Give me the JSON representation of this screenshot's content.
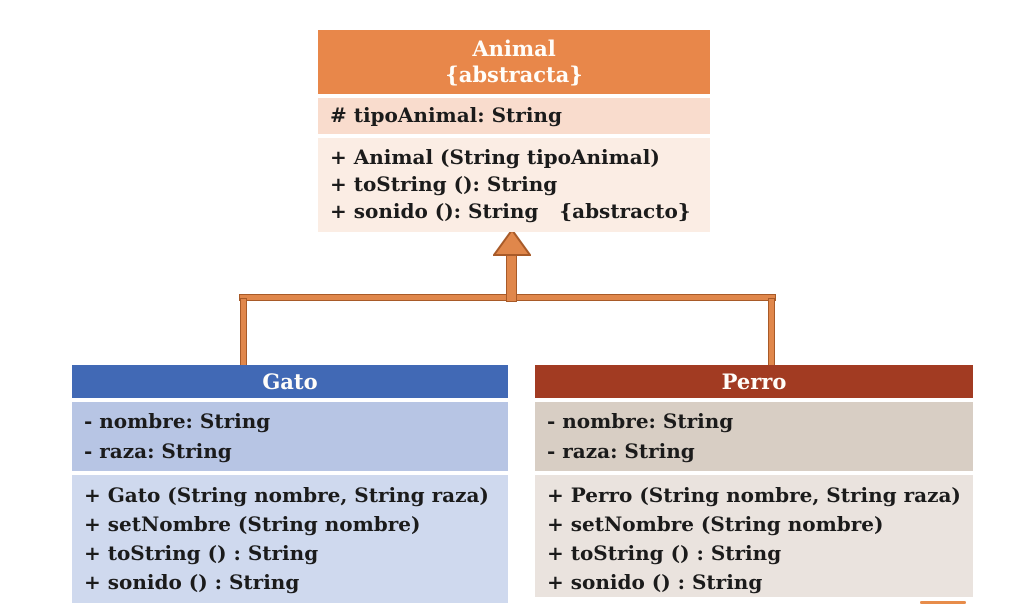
{
  "diagram": {
    "type": "uml-class-diagram",
    "relationship": {
      "type": "inheritance",
      "parent": "Animal",
      "children": [
        "Gato",
        "Perro"
      ]
    }
  },
  "classes": [
    {
      "name": "Animal",
      "stereotype": "{abstracta}",
      "attributes": [
        "# tipoAnimal: String"
      ],
      "methods": [
        "+ Animal (String tipoAnimal)",
        "+ toString (): String",
        "+ sonido (): String   {abstracto}"
      ],
      "colors": {
        "header": "#E8874A",
        "attributes_bg": "#F9DCCD",
        "methods_bg": "#FBEDE4",
        "header_text": "#FFFFFF"
      }
    },
    {
      "name": "Gato",
      "stereotype": "",
      "attributes": [
        "- nombre: String",
        "- raza: String"
      ],
      "methods": [
        "+ Gato (String nombre, String raza)",
        "+ setNombre (String nombre)",
        "+ toString () : String",
        "+ sonido () : String"
      ],
      "colors": {
        "header": "#4169B5",
        "attributes_bg": "#B7C5E4",
        "methods_bg": "#CFD9EE",
        "header_text": "#FFFFFF"
      }
    },
    {
      "name": "Perro",
      "stereotype": "",
      "attributes": [
        "- nombre: String",
        "- raza: String"
      ],
      "methods": [
        "+ Perro (String nombre, String raza)",
        "+ setNombre (String nombre)",
        "+ toString () : String",
        "+ sonido () : String"
      ],
      "colors": {
        "header": "#A23B22",
        "attributes_bg": "#D8CEC4",
        "methods_bg": "#EAE3DE",
        "header_text": "#FFFFFF"
      }
    }
  ],
  "connector": {
    "fill": "#E0874B",
    "border": "#A85A28"
  },
  "text_color": "#1B1B1B",
  "background": "#FFFFFF"
}
